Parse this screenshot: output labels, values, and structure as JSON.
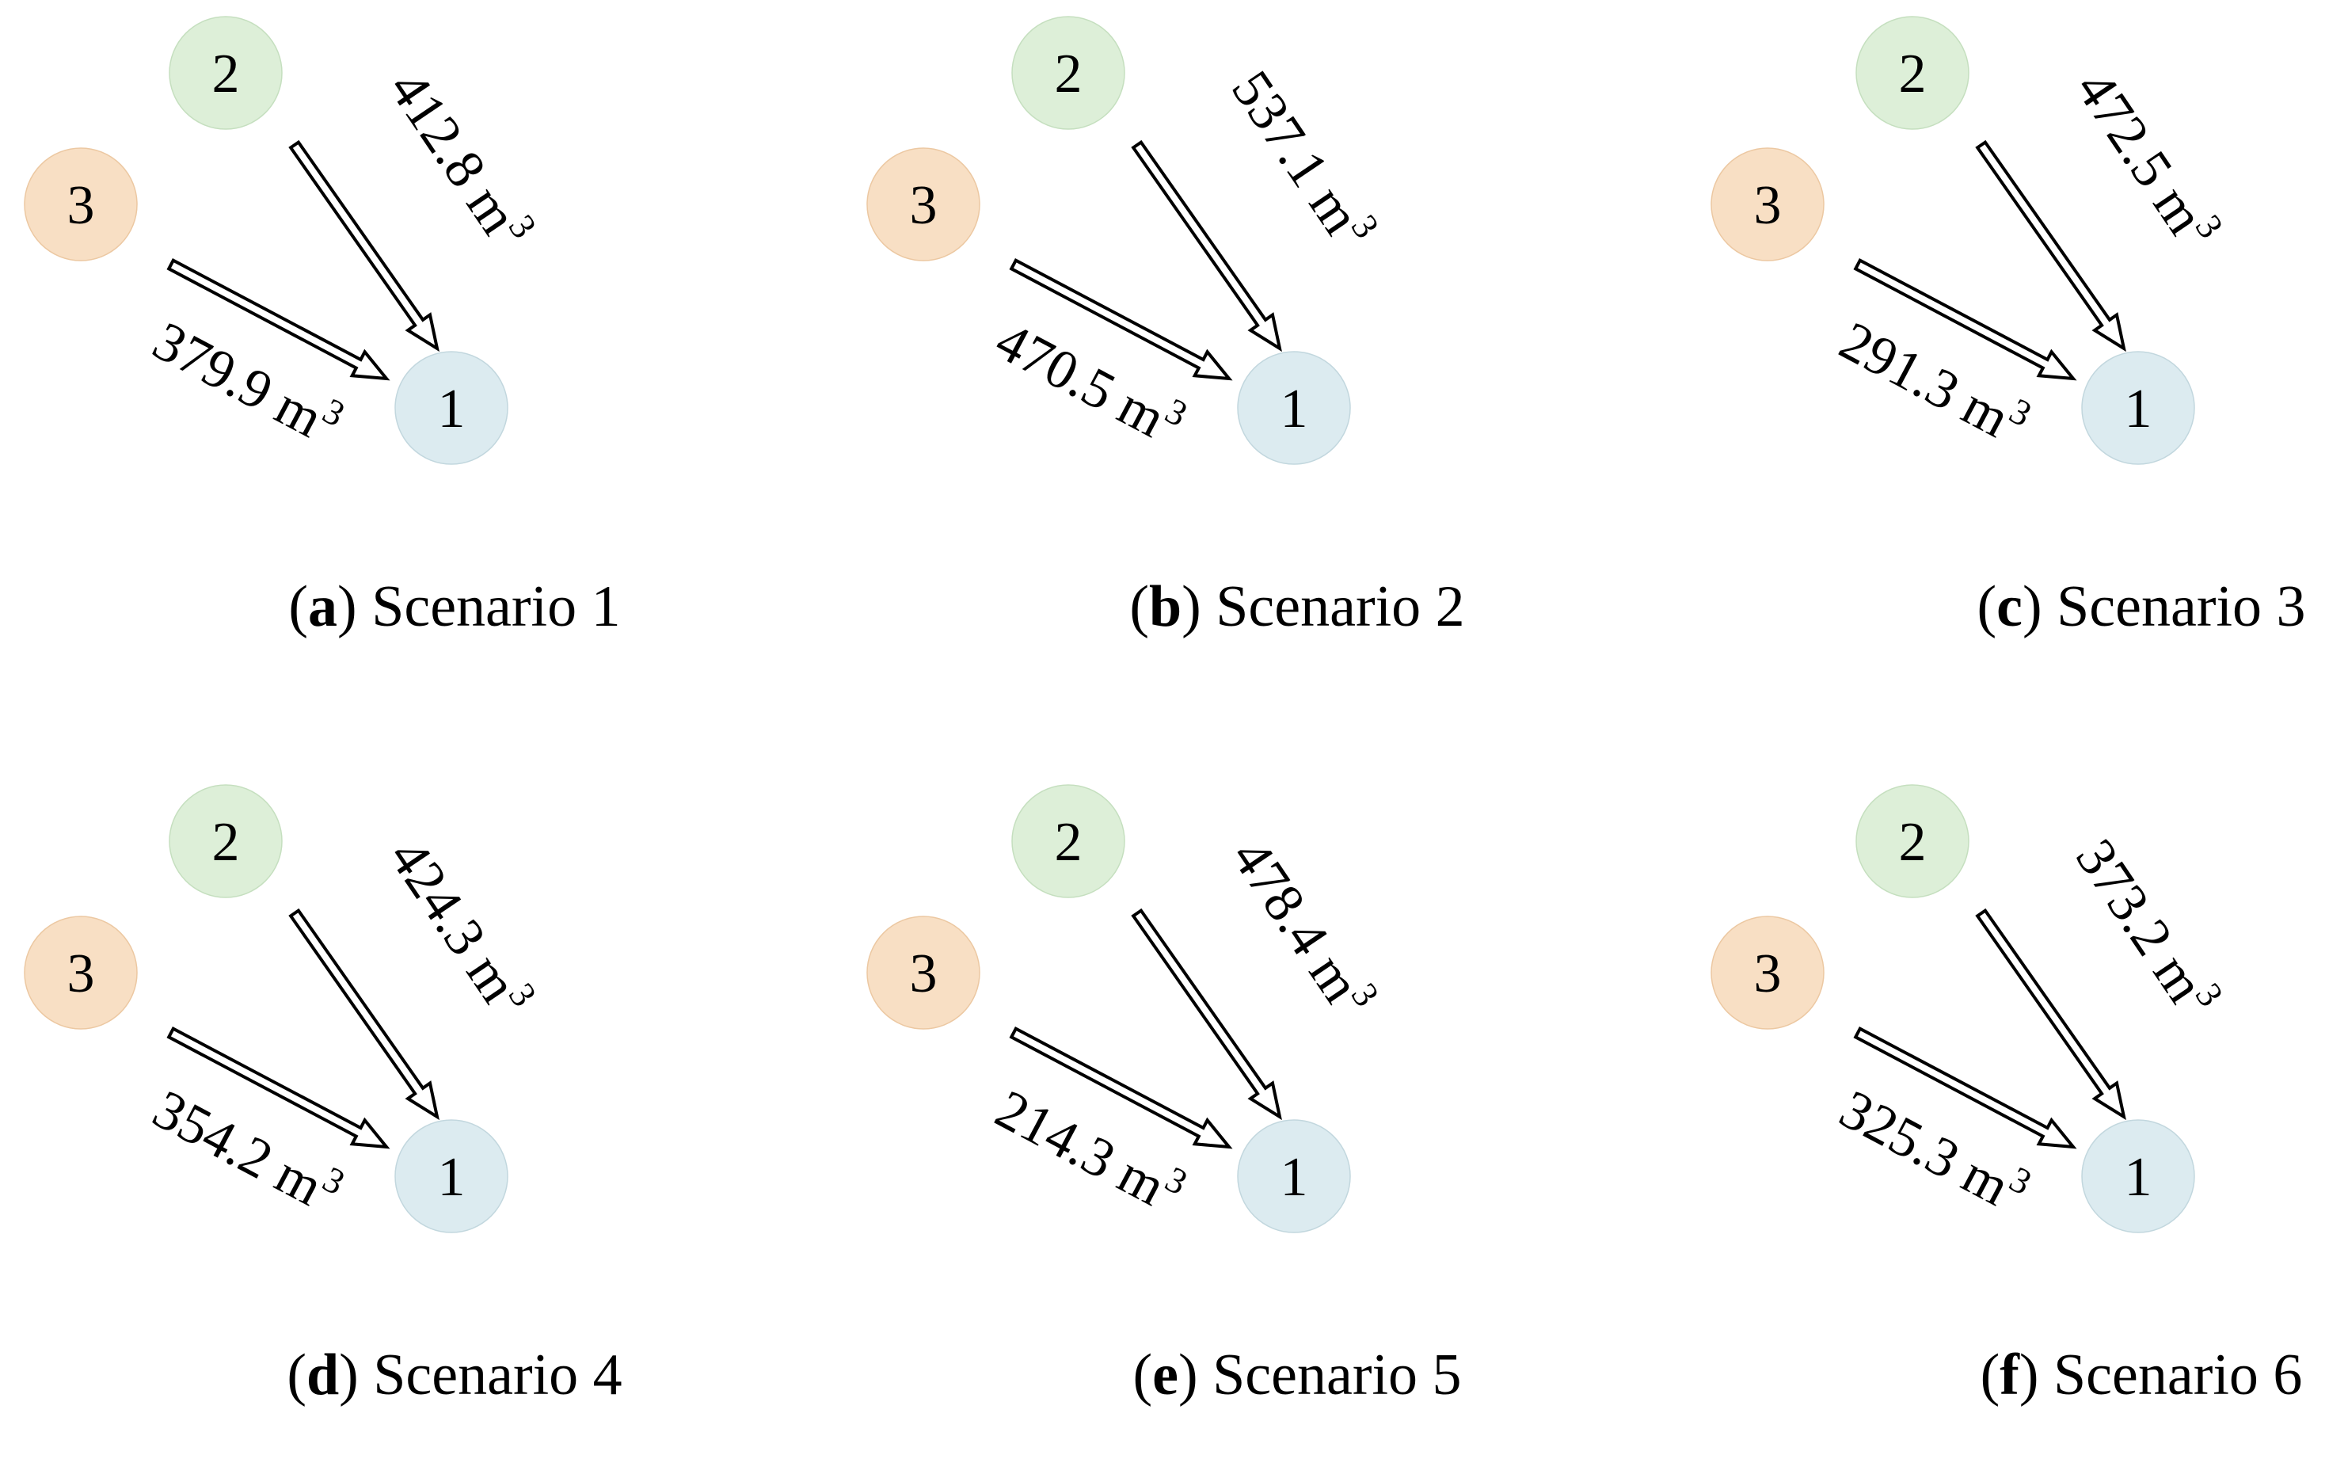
{
  "colors": {
    "node_1_fill": "#dcebf0",
    "node_1_stroke": "#c2d7de",
    "node_2_fill": "#ddefd8",
    "node_2_stroke": "#c5dfbf",
    "node_3_fill": "#f8dfc4",
    "node_3_stroke": "#ecc8a2",
    "arrow_stroke": "#000000",
    "arrow_fill": "#ffffff"
  },
  "unit": "m",
  "unit_superscript": "3",
  "panels": [
    {
      "letter": "a",
      "caption": "Scenario 1",
      "nodes": [
        "1",
        "2",
        "3"
      ],
      "flow_2_to_1": "412.8",
      "flow_3_to_1": "379.9"
    },
    {
      "letter": "b",
      "caption": "Scenario 2",
      "nodes": [
        "1",
        "2",
        "3"
      ],
      "flow_2_to_1": "537.1",
      "flow_3_to_1": "470.5"
    },
    {
      "letter": "c",
      "caption": "Scenario 3",
      "nodes": [
        "1",
        "2",
        "3"
      ],
      "flow_2_to_1": "472.5",
      "flow_3_to_1": "291.3"
    },
    {
      "letter": "d",
      "caption": "Scenario 4",
      "nodes": [
        "1",
        "2",
        "3"
      ],
      "flow_2_to_1": "424.3",
      "flow_3_to_1": "354.2"
    },
    {
      "letter": "e",
      "caption": "Scenario 5",
      "nodes": [
        "1",
        "2",
        "3"
      ],
      "flow_2_to_1": "478.4",
      "flow_3_to_1": "214.3"
    },
    {
      "letter": "f",
      "caption": "Scenario 6",
      "nodes": [
        "1",
        "2",
        "3"
      ],
      "flow_2_to_1": "373.2",
      "flow_3_to_1": "325.3"
    }
  ]
}
